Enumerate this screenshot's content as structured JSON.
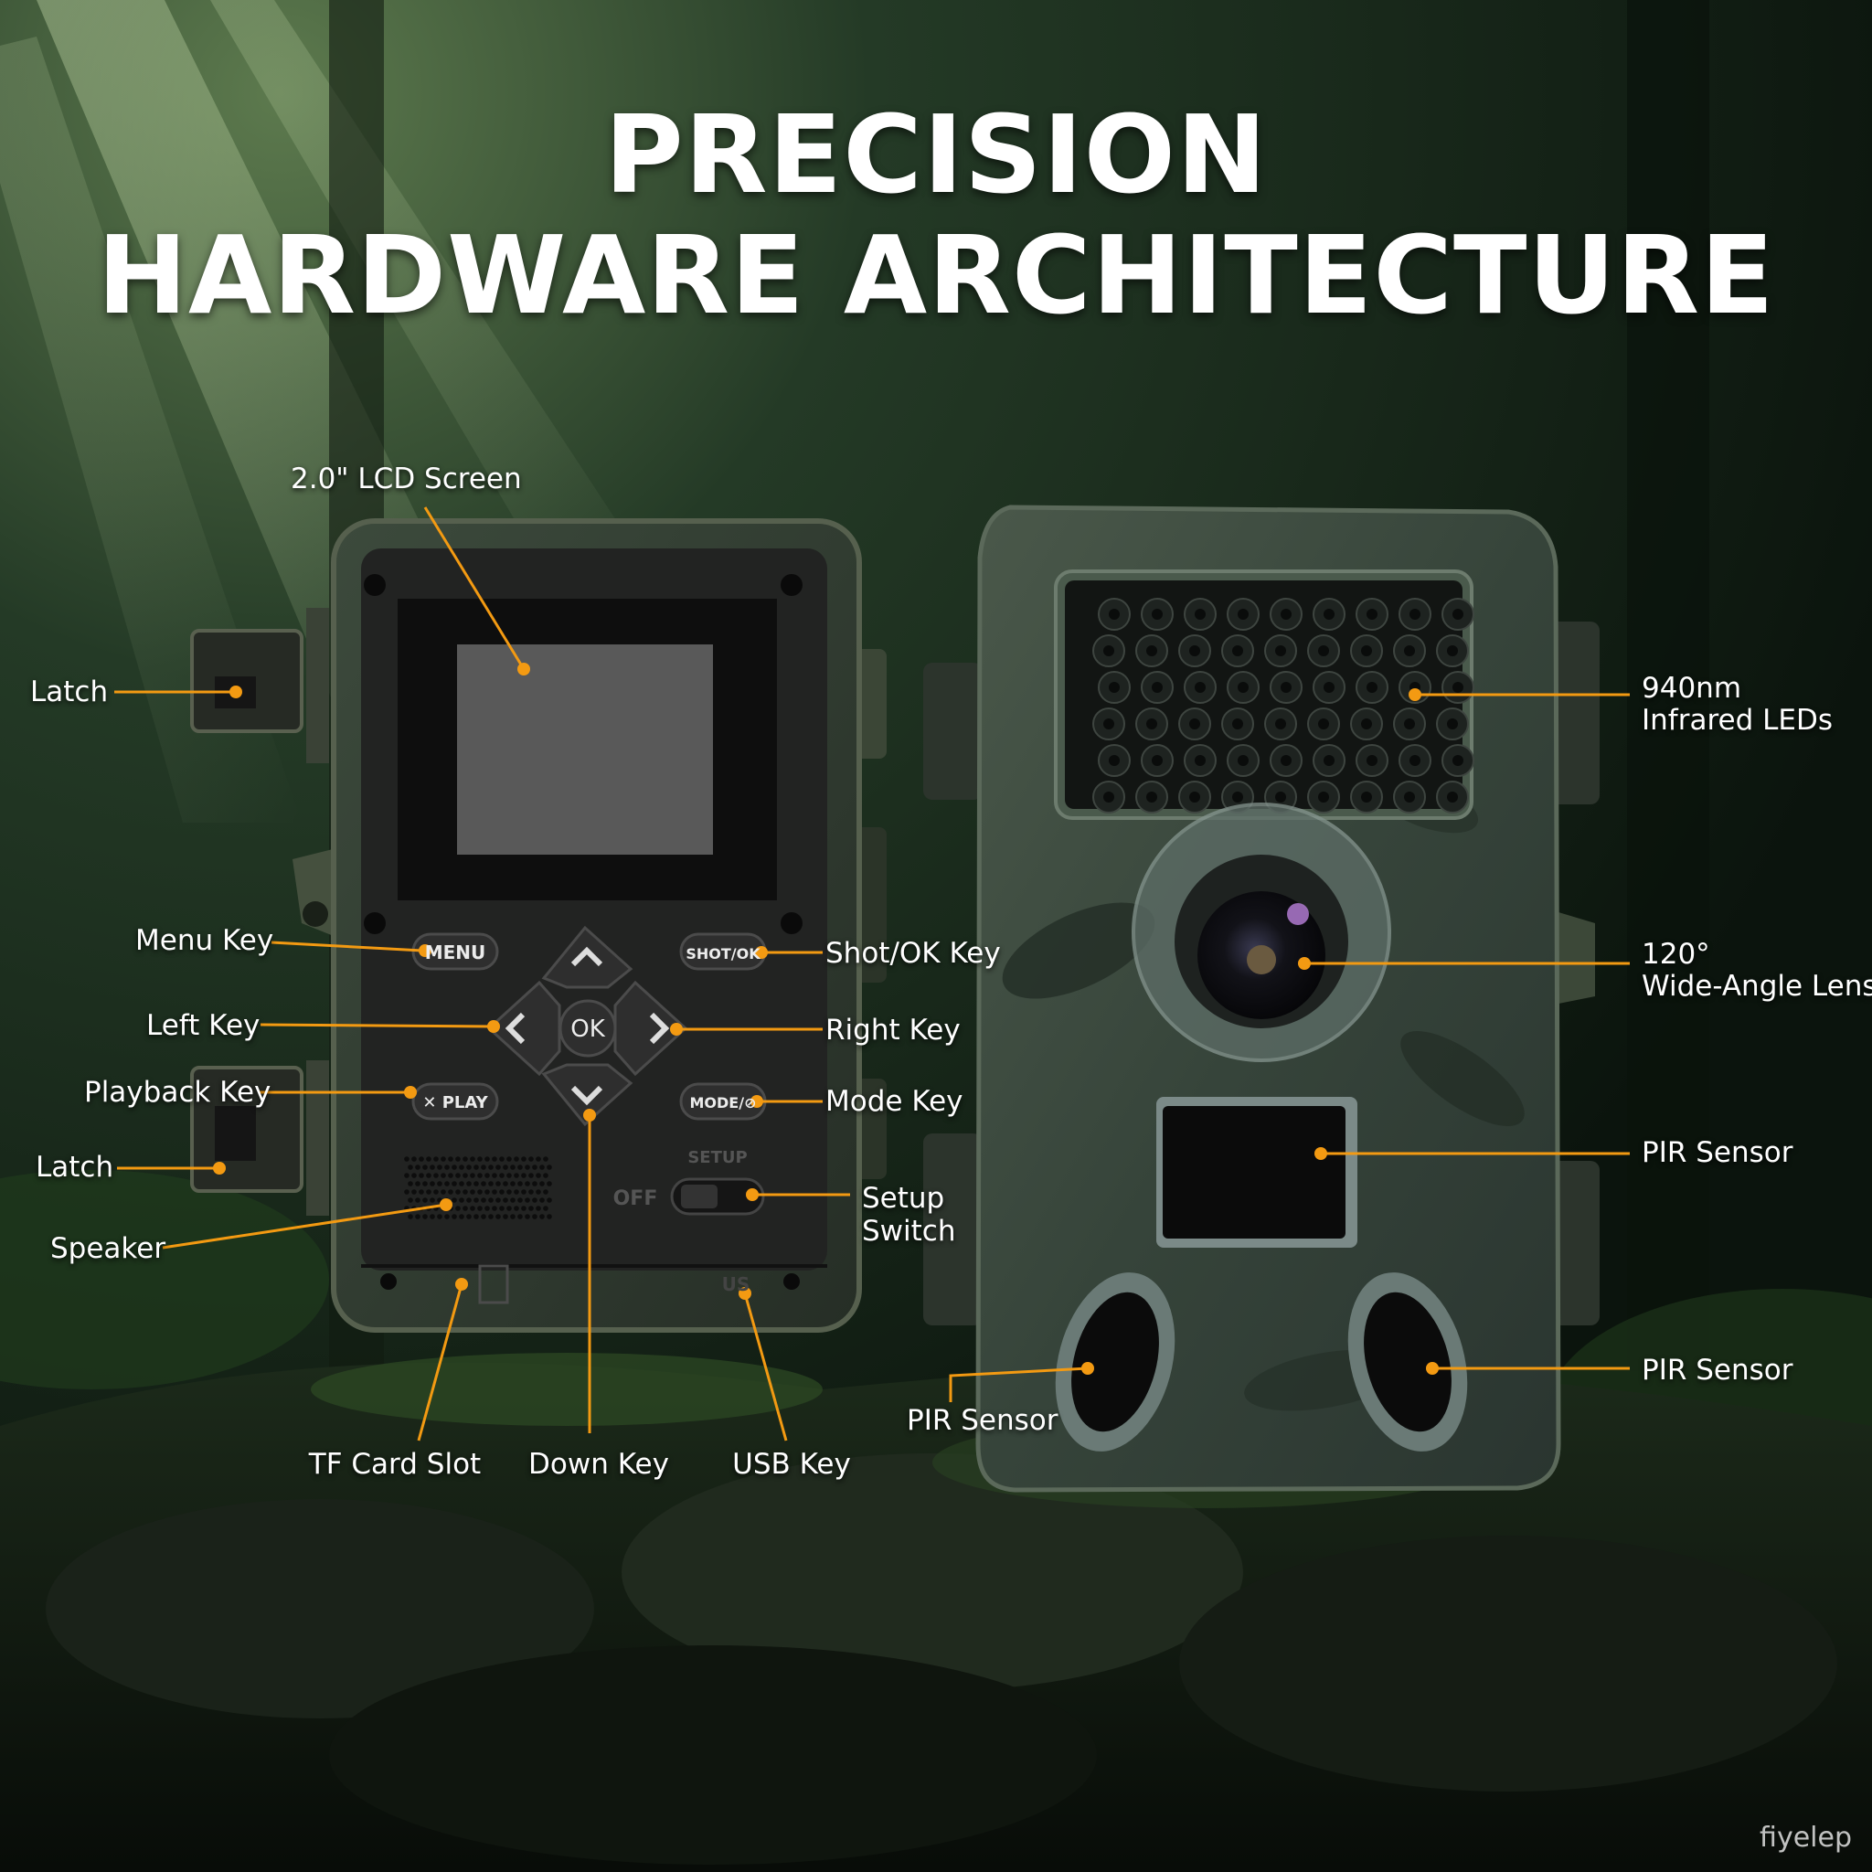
{
  "title": {
    "line1": "PRECISION",
    "line2": "HARDWARE ARCHITECTURE"
  },
  "accent_color": "#f39a12",
  "device_text": {
    "menu": "MENU",
    "shot_ok": "SHOT/OK",
    "ok": "OK",
    "play": "✕ PLAY",
    "mode": "MODE/⊘",
    "setup": "SETUP",
    "off": "OFF",
    "usb": "US"
  },
  "callouts": {
    "lcd_screen": "2.0\" LCD Screen",
    "latch_top": "Latch",
    "menu_key": "Menu Key",
    "left_key": "Left Key",
    "playback_key": "Playback Key",
    "latch_bottom": "Latch",
    "speaker": "Speaker",
    "tf_card_slot": "TF Card Slot",
    "down_key": "Down Key",
    "usb_key": "USB Key",
    "shot_ok_key": "Shot/OK Key",
    "right_key": "Right Key",
    "mode_key": "Mode Key",
    "setup_switch_1": "Setup",
    "setup_switch_2": "Switch",
    "pir_sensor_bottom_left": "PIR Sensor",
    "infrared_leds_1": "940nm",
    "infrared_leds_2": "Infrared LEDs",
    "lens_1": "120°",
    "lens_2": "Wide-Angle Lens",
    "pir_sensor_main": "PIR Sensor",
    "pir_sensor_right": "PIR Sensor"
  },
  "watermark": "fiyelep"
}
